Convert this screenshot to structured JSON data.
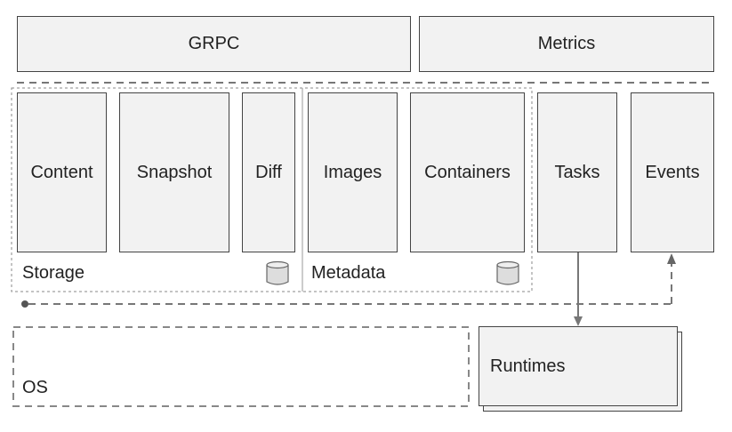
{
  "top": {
    "grpc": "GRPC",
    "metrics": "Metrics"
  },
  "storage": {
    "label": "Storage",
    "items": [
      "Content",
      "Snapshot",
      "Diff"
    ],
    "icon": "database-icon"
  },
  "metadata": {
    "label": "Metadata",
    "items": [
      "Images",
      "Containers"
    ],
    "icon": "database-icon"
  },
  "services": {
    "tasks": "Tasks",
    "events": "Events"
  },
  "bottom": {
    "os": "OS",
    "runtimes": "Runtimes"
  }
}
